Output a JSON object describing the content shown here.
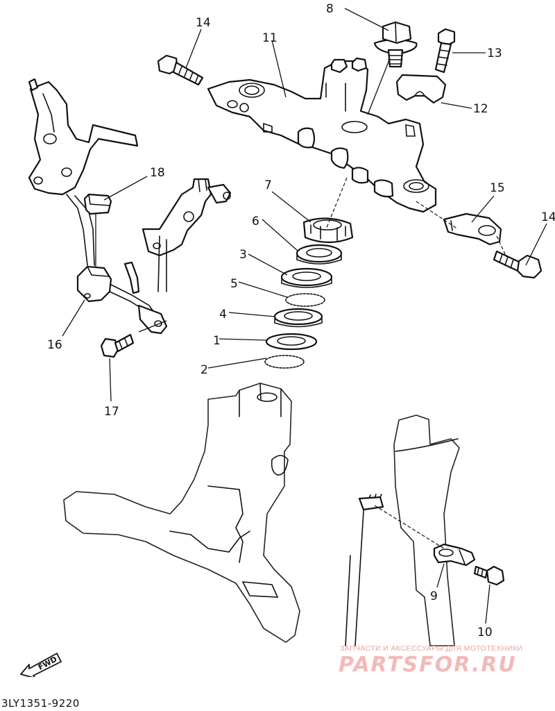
{
  "diagram": {
    "catalog_code": "3LY1351-9220",
    "fwd_label": "FWD",
    "callouts": [
      {
        "id": "c1",
        "text": "1"
      },
      {
        "id": "c2",
        "text": "2"
      },
      {
        "id": "c3",
        "text": "3"
      },
      {
        "id": "c4",
        "text": "4"
      },
      {
        "id": "c5",
        "text": "5"
      },
      {
        "id": "c6",
        "text": "6"
      },
      {
        "id": "c7",
        "text": "7"
      },
      {
        "id": "c8",
        "text": "8"
      },
      {
        "id": "c9",
        "text": "9"
      },
      {
        "id": "c10",
        "text": "10"
      },
      {
        "id": "c11",
        "text": "11"
      },
      {
        "id": "c12",
        "text": "12"
      },
      {
        "id": "c13",
        "text": "13"
      },
      {
        "id": "c14a",
        "text": "14"
      },
      {
        "id": "c14b",
        "text": "14"
      },
      {
        "id": "c15",
        "text": "15"
      },
      {
        "id": "c16",
        "text": "16"
      },
      {
        "id": "c17",
        "text": "17"
      },
      {
        "id": "c18",
        "text": "18"
      }
    ]
  },
  "watermark": {
    "tagline": "ЗАПЧАСТИ И АКСЕССУАРЫ ДЛЯ МОТОТЕХНИКИ",
    "logo": "PARTSFOR.RU",
    "color": "#f3b9b9"
  }
}
